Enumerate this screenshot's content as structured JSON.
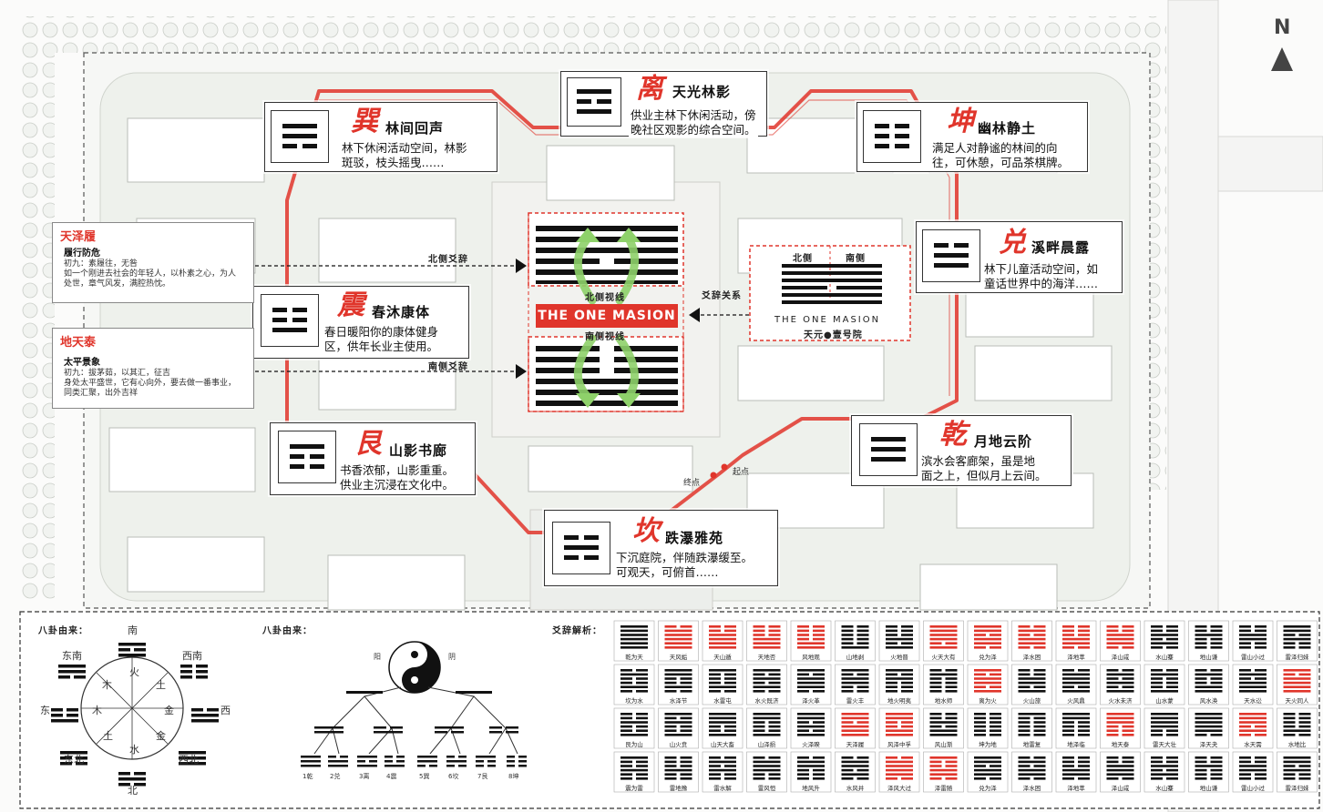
{
  "compass": {
    "north": "N"
  },
  "center": {
    "badge": "THE ONE MASION",
    "north_line": "北侧视线",
    "south_line": "南侧视线",
    "north_yao": "北侧爻辞",
    "south_yao": "南侧爻辞",
    "relation": "爻辞关系",
    "legend_north": "北侧",
    "legend_south": "南侧",
    "legend_name": "THE ONE MASION",
    "legend_sub": "天元●壹号院"
  },
  "route": {
    "start": "起点",
    "end": "终点"
  },
  "gua": [
    {
      "id": "li",
      "name": "离",
      "title": "天光林影",
      "desc": [
        "供业主林下休闲活动，傍",
        "晚社区观影的综合空间。"
      ]
    },
    {
      "id": "xun",
      "name": "巽",
      "title": "林间回声",
      "desc": [
        "林下休闲活动空间，林影",
        "斑驳，枝头摇曳……"
      ]
    },
    {
      "id": "kun",
      "name": "坤",
      "title": "幽林静土",
      "desc": [
        "满足人对静谧的林间的向",
        "往，可休憩，可品茶棋牌。"
      ]
    },
    {
      "id": "dui",
      "name": "兑",
      "title": "溪畔晨露",
      "desc": [
        "林下儿童活动空间，如",
        "童话世界中的海洋……"
      ]
    },
    {
      "id": "zhen",
      "name": "震",
      "title": "春沐康体",
      "desc": [
        "春日暖阳你的康体健身",
        "区，供年长业主使用。"
      ]
    },
    {
      "id": "gen",
      "name": "艮",
      "title": "山影书廊",
      "desc": [
        "书香浓郁，山影重重。",
        "供业主沉浸在文化中。"
      ]
    },
    {
      "id": "qian",
      "name": "乾",
      "title": "月地云阶",
      "desc": [
        "滨水会客廊架，虽是地",
        "面之上，但似月上云间。"
      ]
    },
    {
      "id": "kan",
      "name": "坎",
      "title": "跌瀑雅苑",
      "desc": [
        "下沉庭院，伴随跌瀑缓至。",
        "可观天，可俯首……"
      ]
    }
  ],
  "side": [
    {
      "title": "天泽履",
      "sub": "履行防危",
      "lines": [
        "初九：素履往，无咎",
        "如一个刚进去社会的年轻人，以朴素之心，为人",
        "处世，章气风发，满腔热忱。"
      ]
    },
    {
      "title": "地天泰",
      "sub": "太平景象",
      "lines": [
        "初九：拔茅茹，以其汇，征吉",
        "身处太平盛世，它有心向外，要去做一番事业，",
        "同类汇聚，出外吉祥"
      ]
    }
  ],
  "bottom": {
    "bagua_origin_1": "八卦由来：",
    "bagua_origin_2": "八卦由来：",
    "yao_analysis": "爻辞解析：",
    "dirs": {
      "s": "南",
      "se": "东南",
      "sw": "西南",
      "e": "东",
      "w": "西",
      "ne": "东北",
      "nw": "西北",
      "n": "北"
    },
    "elements": [
      "火",
      "土",
      "木",
      "金",
      "木",
      "金",
      "土",
      "水"
    ],
    "tree_top": [
      "阳",
      "阴"
    ],
    "tree_leaves": [
      "1乾",
      "2兑",
      "3离",
      "4震",
      "5巽",
      "6坎",
      "7艮",
      "8坤"
    ],
    "grid_labels": [
      "乾为天",
      "天风姤",
      "天山遁",
      "天地否",
      "风地观",
      "山地剥",
      "火地晋",
      "火天大有",
      "兑为泽",
      "泽水困",
      "泽地萃",
      "泽山咸",
      "水山蹇",
      "地山谦",
      "雷山小过",
      "雷泽归妹",
      "坎为水",
      "水泽节",
      "水雷屯",
      "水火既济",
      "泽火革",
      "雷火丰",
      "地火明夷",
      "地水师",
      "离为火",
      "火山旅",
      "火风鼎",
      "火水未济",
      "山水蒙",
      "风水涣",
      "天水讼",
      "天火同人",
      "艮为山",
      "山火贲",
      "山天大畜",
      "山泽损",
      "火泽睽",
      "天泽履",
      "风泽中孚",
      "风山渐",
      "坤为地",
      "地雷复",
      "地泽临",
      "地天泰",
      "雷天大壮",
      "泽天夬",
      "水天需",
      "水地比",
      "震为雷",
      "雷地豫",
      "雷水解",
      "雷风恒",
      "地风升",
      "水风井",
      "泽风大过",
      "泽雷随",
      "兑为泽",
      "泽水困",
      "泽地萃",
      "泽山咸",
      "水山蹇",
      "地山谦",
      "雷山小过",
      "雷泽归妹"
    ],
    "hexagrams": [
      [
        1,
        1,
        1,
        1,
        1,
        1
      ],
      [
        0,
        1,
        1,
        1,
        1,
        1
      ],
      [
        0,
        0,
        1,
        1,
        1,
        1
      ],
      [
        0,
        0,
        0,
        1,
        1,
        1
      ],
      [
        0,
        0,
        0,
        0,
        1,
        1
      ],
      [
        0,
        0,
        0,
        0,
        0,
        1
      ],
      [
        0,
        0,
        0,
        1,
        0,
        1
      ],
      [
        1,
        1,
        1,
        1,
        0,
        1
      ],
      [
        1,
        1,
        0,
        1,
        1,
        0
      ],
      [
        0,
        1,
        0,
        1,
        1,
        0
      ],
      [
        0,
        0,
        0,
        1,
        1,
        0
      ],
      [
        0,
        0,
        1,
        1,
        1,
        0
      ],
      [
        0,
        0,
        1,
        0,
        1,
        0
      ],
      [
        0,
        0,
        1,
        0,
        0,
        0
      ],
      [
        0,
        0,
        1,
        1,
        0,
        0
      ],
      [
        1,
        1,
        0,
        1,
        0,
        0
      ],
      [
        0,
        1,
        0,
        0,
        1,
        0
      ],
      [
        1,
        1,
        0,
        0,
        1,
        0
      ],
      [
        1,
        0,
        0,
        0,
        1,
        0
      ],
      [
        1,
        0,
        1,
        0,
        1,
        0
      ],
      [
        1,
        0,
        1,
        1,
        1,
        0
      ],
      [
        1,
        0,
        1,
        1,
        0,
        0
      ],
      [
        1,
        0,
        1,
        0,
        0,
        0
      ],
      [
        0,
        1,
        0,
        0,
        0,
        0
      ],
      [
        1,
        0,
        1,
        1,
        0,
        1
      ],
      [
        0,
        0,
        1,
        1,
        0,
        1
      ],
      [
        0,
        1,
        1,
        1,
        0,
        1
      ],
      [
        0,
        1,
        0,
        1,
        0,
        1
      ],
      [
        0,
        1,
        0,
        0,
        0,
        1
      ],
      [
        0,
        1,
        0,
        0,
        1,
        1
      ],
      [
        0,
        1,
        0,
        1,
        1,
        1
      ],
      [
        1,
        0,
        1,
        1,
        1,
        1
      ],
      [
        0,
        0,
        1,
        0,
        0,
        1
      ],
      [
        1,
        0,
        1,
        0,
        0,
        1
      ],
      [
        1,
        1,
        1,
        0,
        0,
        1
      ],
      [
        1,
        1,
        0,
        0,
        0,
        1
      ],
      [
        1,
        1,
        0,
        1,
        0,
        1
      ],
      [
        1,
        1,
        0,
        1,
        1,
        1
      ],
      [
        1,
        1,
        0,
        0,
        1,
        1
      ],
      [
        0,
        0,
        1,
        0,
        1,
        1
      ],
      [
        0,
        0,
        0,
        0,
        0,
        0
      ],
      [
        1,
        0,
        0,
        0,
        0,
        0
      ],
      [
        1,
        1,
        0,
        0,
        0,
        0
      ],
      [
        1,
        1,
        1,
        0,
        0,
        0
      ],
      [
        1,
        1,
        1,
        1,
        0,
        0
      ],
      [
        1,
        1,
        1,
        1,
        1,
        0
      ],
      [
        1,
        1,
        1,
        0,
        1,
        0
      ],
      [
        0,
        0,
        0,
        0,
        1,
        0
      ],
      [
        1,
        0,
        0,
        1,
        0,
        0
      ],
      [
        0,
        0,
        0,
        1,
        0,
        0
      ],
      [
        0,
        1,
        0,
        1,
        0,
        0
      ],
      [
        0,
        1,
        1,
        1,
        0,
        0
      ],
      [
        0,
        1,
        1,
        0,
        0,
        0
      ],
      [
        0,
        1,
        1,
        0,
        1,
        0
      ],
      [
        0,
        1,
        1,
        1,
        1,
        0
      ],
      [
        1,
        0,
        0,
        1,
        1,
        0
      ],
      [
        1,
        1,
        0,
        1,
        1,
        0
      ],
      [
        0,
        1,
        0,
        1,
        1,
        0
      ],
      [
        0,
        0,
        0,
        1,
        1,
        0
      ],
      [
        0,
        0,
        1,
        1,
        1,
        0
      ],
      [
        0,
        0,
        1,
        0,
        1,
        0
      ],
      [
        0,
        0,
        1,
        0,
        0,
        0
      ],
      [
        0,
        0,
        1,
        1,
        0,
        0
      ],
      [
        1,
        1,
        0,
        1,
        0,
        0
      ]
    ],
    "red_mask": [
      0,
      1,
      1,
      1,
      1,
      0,
      0,
      1,
      1,
      1,
      1,
      1,
      0,
      0,
      0,
      0,
      0,
      0,
      0,
      0,
      0,
      0,
      0,
      0,
      1,
      0,
      0,
      0,
      0,
      0,
      0,
      1,
      0,
      0,
      0,
      0,
      0,
      1,
      1,
      0,
      0,
      0,
      0,
      1,
      0,
      0,
      1,
      0,
      0,
      0,
      0,
      0,
      0,
      0,
      1,
      1,
      0,
      0,
      0,
      0,
      0,
      0,
      0,
      0
    ]
  },
  "colors": {
    "accent": "#e0352b",
    "line_green": "#8ed16a"
  }
}
